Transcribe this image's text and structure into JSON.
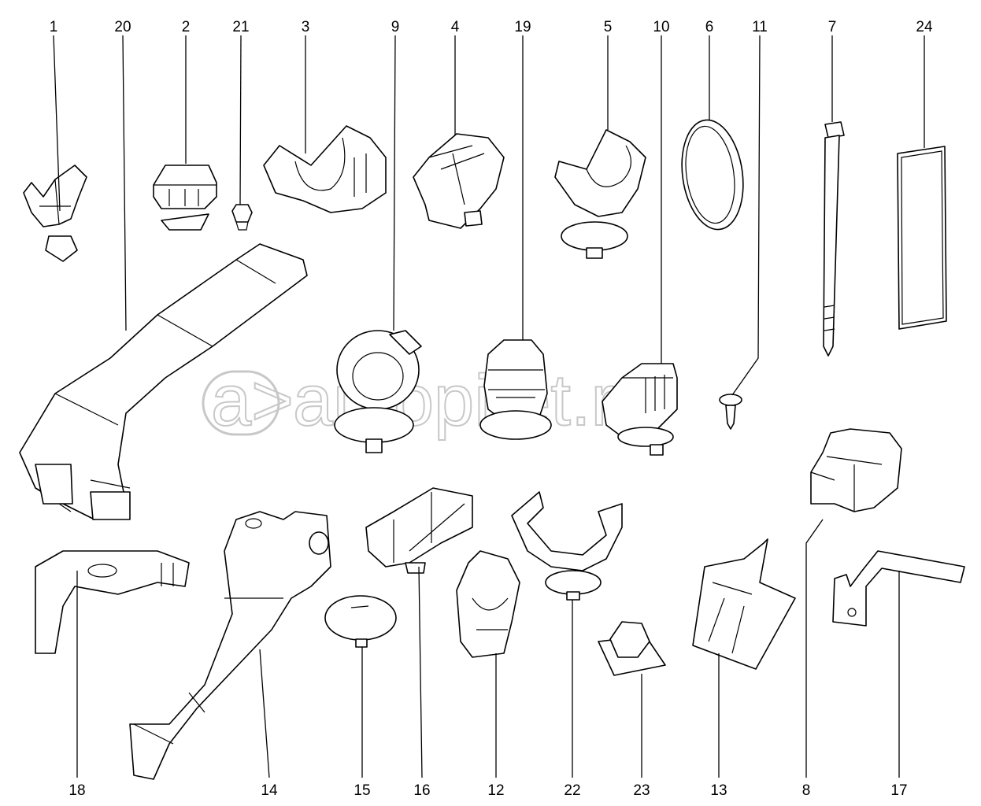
{
  "watermark": {
    "logo": "a>",
    "text": "autopitet.ru"
  },
  "top_callouts": [
    {
      "number": "1"
    },
    {
      "number": "20"
    },
    {
      "number": "2"
    },
    {
      "number": "21"
    },
    {
      "number": "3"
    },
    {
      "number": "9"
    },
    {
      "number": "4"
    },
    {
      "number": "19"
    },
    {
      "number": "5"
    },
    {
      "number": "10"
    },
    {
      "number": "6"
    },
    {
      "number": "11"
    },
    {
      "number": "7"
    },
    {
      "number": "24"
    }
  ],
  "bottom_callouts": [
    {
      "number": "18"
    },
    {
      "number": "14"
    },
    {
      "number": "15"
    },
    {
      "number": "16"
    },
    {
      "number": "12"
    },
    {
      "number": "22"
    },
    {
      "number": "23"
    },
    {
      "number": "13"
    },
    {
      "number": "8"
    },
    {
      "number": "17"
    }
  ]
}
